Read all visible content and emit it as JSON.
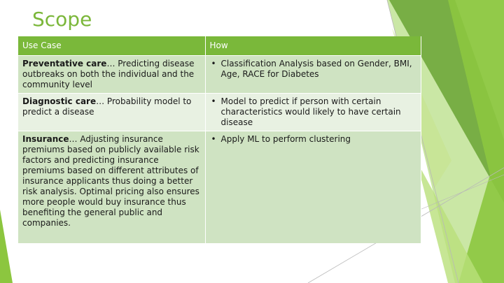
{
  "slide": {
    "title": "Scope"
  },
  "table": {
    "headers": {
      "use_case": "Use Case",
      "how": "How"
    },
    "rows": [
      {
        "lead": "Preventative care",
        "rest": "… Predicting disease outbreaks on both the individual and the community level",
        "how": "Classification Analysis based on Gender, BMI, Age, RACE for Diabetes"
      },
      {
        "lead": "Diagnostic care",
        "rest": "… Probability model to predict a disease",
        "how": "Model to predict if person with certain characteristics would likely to have certain disease"
      },
      {
        "lead": "Insurance",
        "rest": "… Adjusting insurance premiums based on publicly available risk factors and predicting insurance premiums based on different attributes of insurance applicants thus doing a better risk analysis. Optimal pricing also ensures more people would buy insurance thus benefiting the general public and companies.",
        "how": "Apply ML to perform clustering"
      }
    ],
    "bullet_glyph": "•"
  },
  "colors": {
    "title": "#7bb73a",
    "header_bg": "#7ab83a",
    "row_dark": "#cfe3c2",
    "row_light": "#e8f1e2",
    "accent_green": "#8cc63f"
  }
}
